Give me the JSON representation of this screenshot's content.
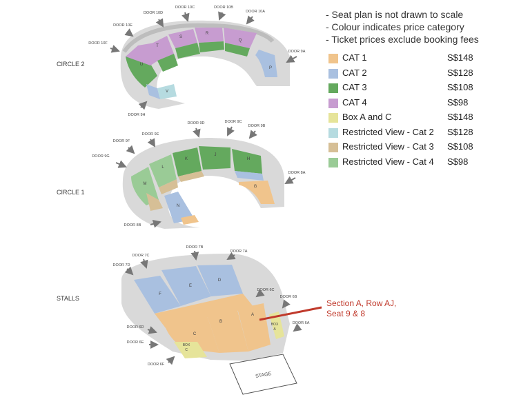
{
  "notes": [
    "- Seat plan is not drawn to scale",
    "- Colour indicates price category",
    "- Ticket prices exclude booking fees"
  ],
  "legend": [
    {
      "label": "CAT 1",
      "price": "S$148",
      "color": "#f0c48c"
    },
    {
      "label": "CAT 2",
      "price": "S$128",
      "color": "#a9c0e0"
    },
    {
      "label": "CAT 3",
      "price": "S$108",
      "color": "#64a95e"
    },
    {
      "label": "CAT 4",
      "price": "S$98",
      "color": "#c79cd0"
    },
    {
      "label": "Box A and C",
      "price": "S$148",
      "color": "#e6e49a"
    },
    {
      "label": "Restricted View - Cat 2",
      "price": "S$128",
      "color": "#b6dbe0"
    },
    {
      "label": "Restricted View - Cat 3",
      "price": "S$108",
      "color": "#d6bf96"
    },
    {
      "label": "Restricted View - Cat 4",
      "price": "S$98",
      "color": "#9acb96"
    }
  ],
  "levels": {
    "circle2": "CIRCLE 2",
    "circle1": "CIRCLE 1",
    "stalls": "STALLS"
  },
  "stage": "STAGE",
  "annotation": {
    "line1": "Section A, Row AJ,",
    "line2": "Seat 9 & 8",
    "color": "#c0392b"
  },
  "doors": {
    "c2": [
      "DOOR 10D",
      "DOOR 10C",
      "DOOR 10B",
      "DOOR 10A",
      "DOOR 10E",
      "DOOR 10F",
      "DOOR 9A",
      "DOOR 9H"
    ],
    "c1": [
      "DOOR 9D",
      "DOOR 9C",
      "DOOR 9B",
      "DOOR 9E",
      "DOOR 9F",
      "DOOR 9G",
      "DOOR 8A",
      "DOOR 8B"
    ],
    "stalls": [
      "DOOR 7B",
      "DOOR 7A",
      "DOOR 7C",
      "DOOR 7D",
      "DOOR 6C",
      "DOOR 6B",
      "DOOR 6A",
      "DOOR 6D",
      "DOOR 6E",
      "DOOR 6F"
    ]
  },
  "sections": {
    "c2": [
      "U",
      "T",
      "S",
      "R",
      "Q",
      "P",
      "V"
    ],
    "c1": [
      "M",
      "L",
      "K",
      "J",
      "H",
      "G",
      "N"
    ],
    "stalls": [
      "F",
      "E",
      "D",
      "C",
      "B",
      "A"
    ]
  },
  "boxes": {
    "a1": "BOX",
    "a2": "A",
    "c1": "BOX",
    "c2": "C"
  }
}
